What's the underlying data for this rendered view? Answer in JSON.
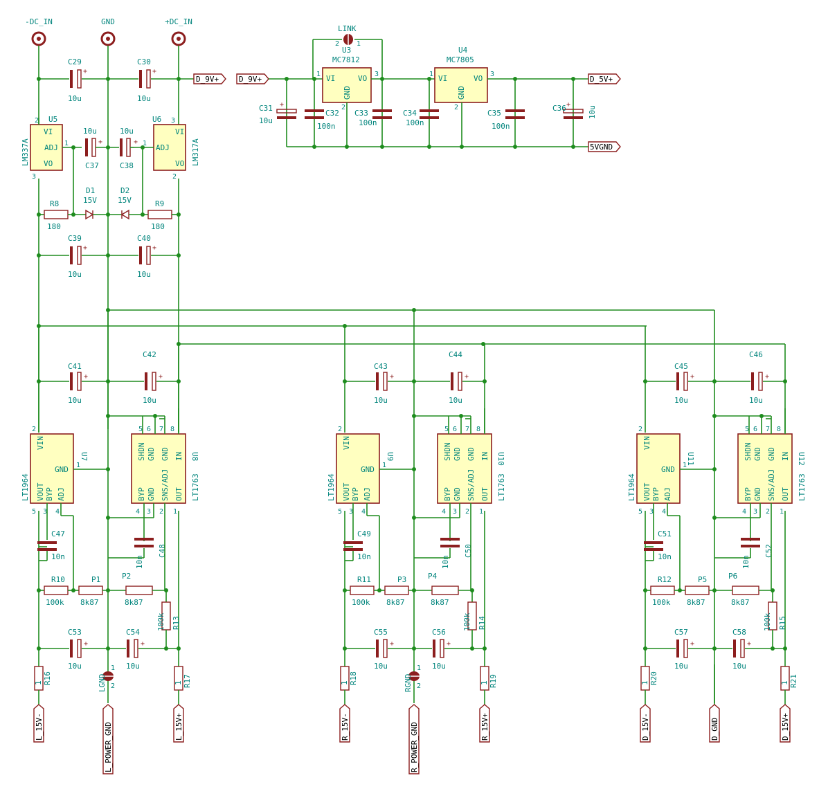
{
  "connectors": [
    {
      "id": "j_dc_neg",
      "label": "-DC_IN"
    },
    {
      "id": "j_gnd",
      "label": "GND"
    },
    {
      "id": "j_dc_pos",
      "label": "+DC_IN"
    }
  ],
  "link": {
    "label": "LINK",
    "pin1": "1",
    "pin2": "2"
  },
  "regulators": [
    {
      "ref": "U3",
      "value": "MC7812",
      "pin_vi": "VI",
      "pin_vo": "VO",
      "pin_gnd": "GND",
      "n_in": "1",
      "n_out": "3",
      "n_gnd": "2"
    },
    {
      "ref": "U4",
      "value": "MC7805",
      "pin_vi": "VI",
      "pin_vo": "VO",
      "pin_gnd": "GND",
      "n_in": "1",
      "n_out": "3",
      "n_gnd": "2"
    },
    {
      "ref": "U5",
      "value": "LM337A",
      "pin_vi": "VI",
      "pin_adj": "ADJ",
      "pin_vo": "VO",
      "n_vi": "2",
      "n_adj": "1",
      "n_vo": "3"
    },
    {
      "ref": "U6",
      "value": "LM317A",
      "pin_vi": "VI",
      "pin_adj": "ADJ",
      "pin_vo": "VO",
      "n_vi": "3",
      "n_adj": "1",
      "n_vo": "2"
    }
  ],
  "lt1964": [
    {
      "ref": "U7",
      "value": "LT1964"
    },
    {
      "ref": "U9",
      "value": "LT1964"
    },
    {
      "ref": "U11",
      "value": "LT1964"
    }
  ],
  "lt1964_pins": {
    "vin": "VIN",
    "gnd": "GND",
    "vout": "VOUT",
    "byp": "BYP",
    "adj": "ADJ",
    "n_vin": "2",
    "n_gnd": "1",
    "n_vout": "5",
    "n_byp": "3",
    "n_adj": "4"
  },
  "lt1763": [
    {
      "ref": "U8",
      "value": "LT1763"
    },
    {
      "ref": "U10",
      "value": "LT1763"
    },
    {
      "ref": "U12",
      "value": "LT1763"
    }
  ],
  "lt1763_pins": {
    "shdn": "SHDN",
    "gnd": "GND",
    "in": "IN",
    "byp": "BYP",
    "sns": "SNS/ADJ",
    "out": "OUT",
    "n5": "5",
    "n6": "6",
    "n7": "7",
    "n8": "8",
    "n4": "4",
    "n3": "3",
    "n2": "2",
    "n1": "1"
  },
  "caps_top": [
    {
      "ref": "C29",
      "value": "10u"
    },
    {
      "ref": "C30",
      "value": "10u"
    },
    {
      "ref": "C31",
      "value": "10u"
    },
    {
      "ref": "C32",
      "value": "100n"
    },
    {
      "ref": "C33",
      "value": "100n"
    },
    {
      "ref": "C34",
      "value": "100n"
    },
    {
      "ref": "C35",
      "value": "100n"
    },
    {
      "ref": "C36",
      "value": "10u"
    },
    {
      "ref": "C37",
      "value": "10u"
    },
    {
      "ref": "C38",
      "value": "10u"
    },
    {
      "ref": "C39",
      "value": "10u"
    },
    {
      "ref": "C40",
      "value": "10u"
    }
  ],
  "diodes": [
    {
      "ref": "D1",
      "value": "15V"
    },
    {
      "ref": "D2",
      "value": "15V"
    }
  ],
  "res_top": [
    {
      "ref": "R8",
      "value": "180"
    },
    {
      "ref": "R9",
      "value": "180"
    }
  ],
  "channels": [
    {
      "c_in": "C41",
      "c_in2": "C42",
      "c_byp": "C47",
      "c_byp2": "C48",
      "r_fb": "R10",
      "p1": "P1",
      "p2": "P2",
      "r_low": "R13",
      "c_out": "C53",
      "c_out2": "C54",
      "r_out_a": "R16",
      "r_out_b": "R17",
      "gnd_link": "LGND",
      "lab_neg": "L_15V-",
      "lab_gnd": "L_POWER_GND",
      "lab_pos": "L_15V+"
    },
    {
      "c_in": "C43",
      "c_in2": "C44",
      "c_byp": "C49",
      "c_byp2": "C50",
      "r_fb": "R11",
      "p1": "P3",
      "p2": "P4",
      "r_low": "R14",
      "c_out": "C55",
      "c_out2": "C56",
      "r_out_a": "R18",
      "r_out_b": "R19",
      "gnd_link": "RGND",
      "lab_neg": "R_15V-",
      "lab_gnd": "R_POWER_GND",
      "lab_pos": "R_15V+"
    },
    {
      "c_in": "C45",
      "c_in2": "C46",
      "c_byp": "C51",
      "c_byp2": "C52",
      "r_fb": "R12",
      "p1": "P5",
      "p2": "P6",
      "r_low": "R15",
      "c_out": "C57",
      "c_out2": "C58",
      "r_out_a": "R20",
      "r_out_b": "R21",
      "gnd_link": "",
      "lab_neg": "D_15V-",
      "lab_gnd": "D_GND",
      "lab_pos": "D_15V+"
    }
  ],
  "channel_values": {
    "c_in": "10u",
    "c_byp": "10n",
    "r_fb": "100k",
    "p": "8k87",
    "r_low": "100k",
    "c_out": "10u",
    "r_out": "1"
  },
  "net_labels": {
    "d9v": "D_9V+",
    "d5v": "D_5V+",
    "vgnd": "5VGND"
  }
}
